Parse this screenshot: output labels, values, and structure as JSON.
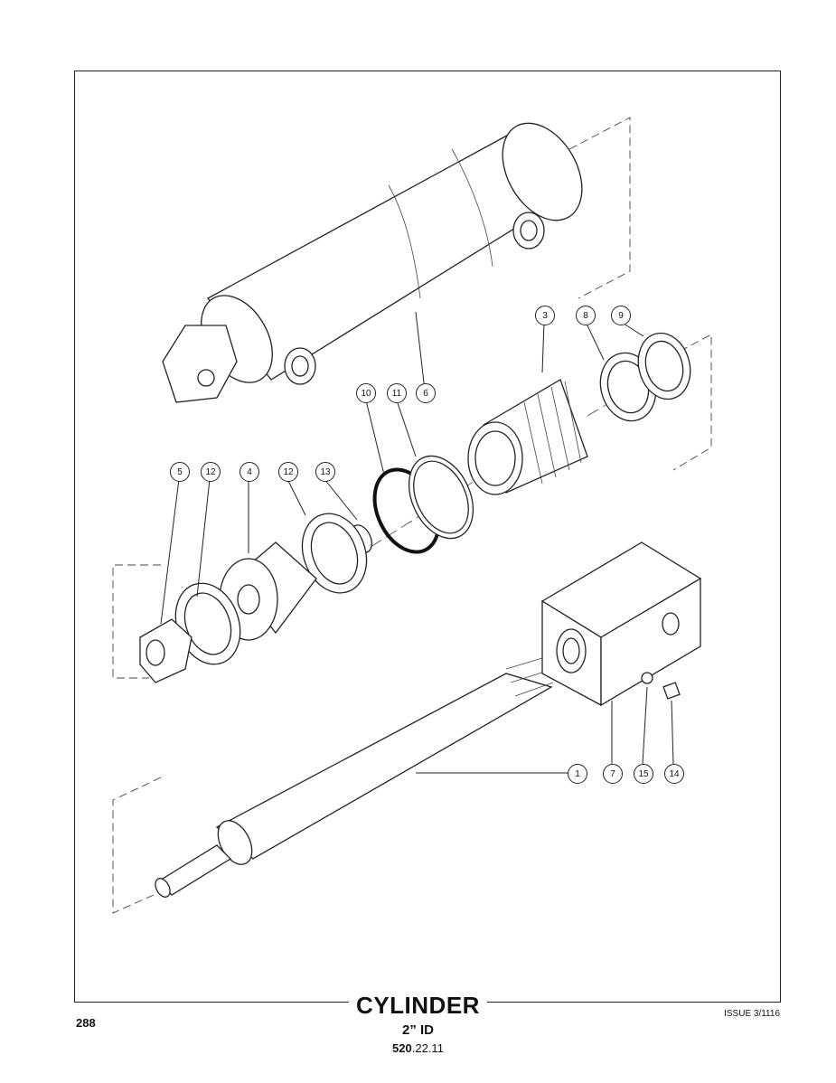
{
  "title": "CYLINDER",
  "subtitle": "2” ID",
  "part_number_bold": "520",
  "part_number_rest": ".22.11",
  "page_number": "288",
  "issue": "ISSUE 3/1116",
  "callouts": [
    {
      "id": "c3",
      "label": "3"
    },
    {
      "id": "c8",
      "label": "8"
    },
    {
      "id": "c9",
      "label": "9"
    },
    {
      "id": "c10",
      "label": "10"
    },
    {
      "id": "c11",
      "label": "11"
    },
    {
      "id": "c6",
      "label": "6"
    },
    {
      "id": "c5",
      "label": "5"
    },
    {
      "id": "c12a",
      "label": "12"
    },
    {
      "id": "c4",
      "label": "4"
    },
    {
      "id": "c12b",
      "label": "12"
    },
    {
      "id": "c13",
      "label": "13"
    },
    {
      "id": "c1",
      "label": "1"
    },
    {
      "id": "c7",
      "label": "7"
    },
    {
      "id": "c15",
      "label": "15"
    },
    {
      "id": "c14",
      "label": "14"
    }
  ]
}
